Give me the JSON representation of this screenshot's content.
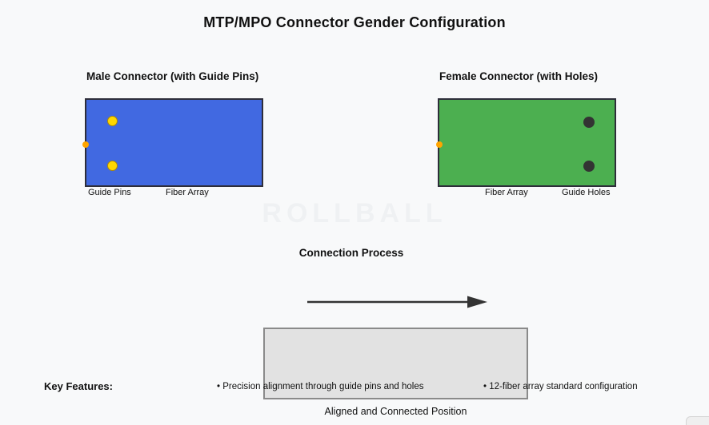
{
  "title": "MTP/MPO Connector Gender Configuration",
  "watermark": "ROLLBALL",
  "male_connector": {
    "heading": "Male Connector (with Guide Pins)",
    "labels": {
      "guide_pins": "Guide Pins",
      "fiber_array": "Fiber Array"
    },
    "body_color": "#4169E1",
    "pin_color": "#FFD700"
  },
  "female_connector": {
    "heading": "Female Connector (with Holes)",
    "labels": {
      "fiber_array": "Fiber Array",
      "guide_holes": "Guide Holes"
    },
    "body_color": "#4CAF50",
    "hole_color": "#333333"
  },
  "alignment_dot_color": "#FFA500",
  "connection_process": {
    "heading": "Connection Process",
    "arrow_color": "#333333",
    "box_fill": "#e2e2e2",
    "connected_box_caption": "Aligned and Connected Position"
  },
  "key_features": {
    "label": "Key Features:",
    "items": [
      "• Precision alignment through guide pins and holes",
      "• 12-fiber array standard configuration"
    ]
  }
}
